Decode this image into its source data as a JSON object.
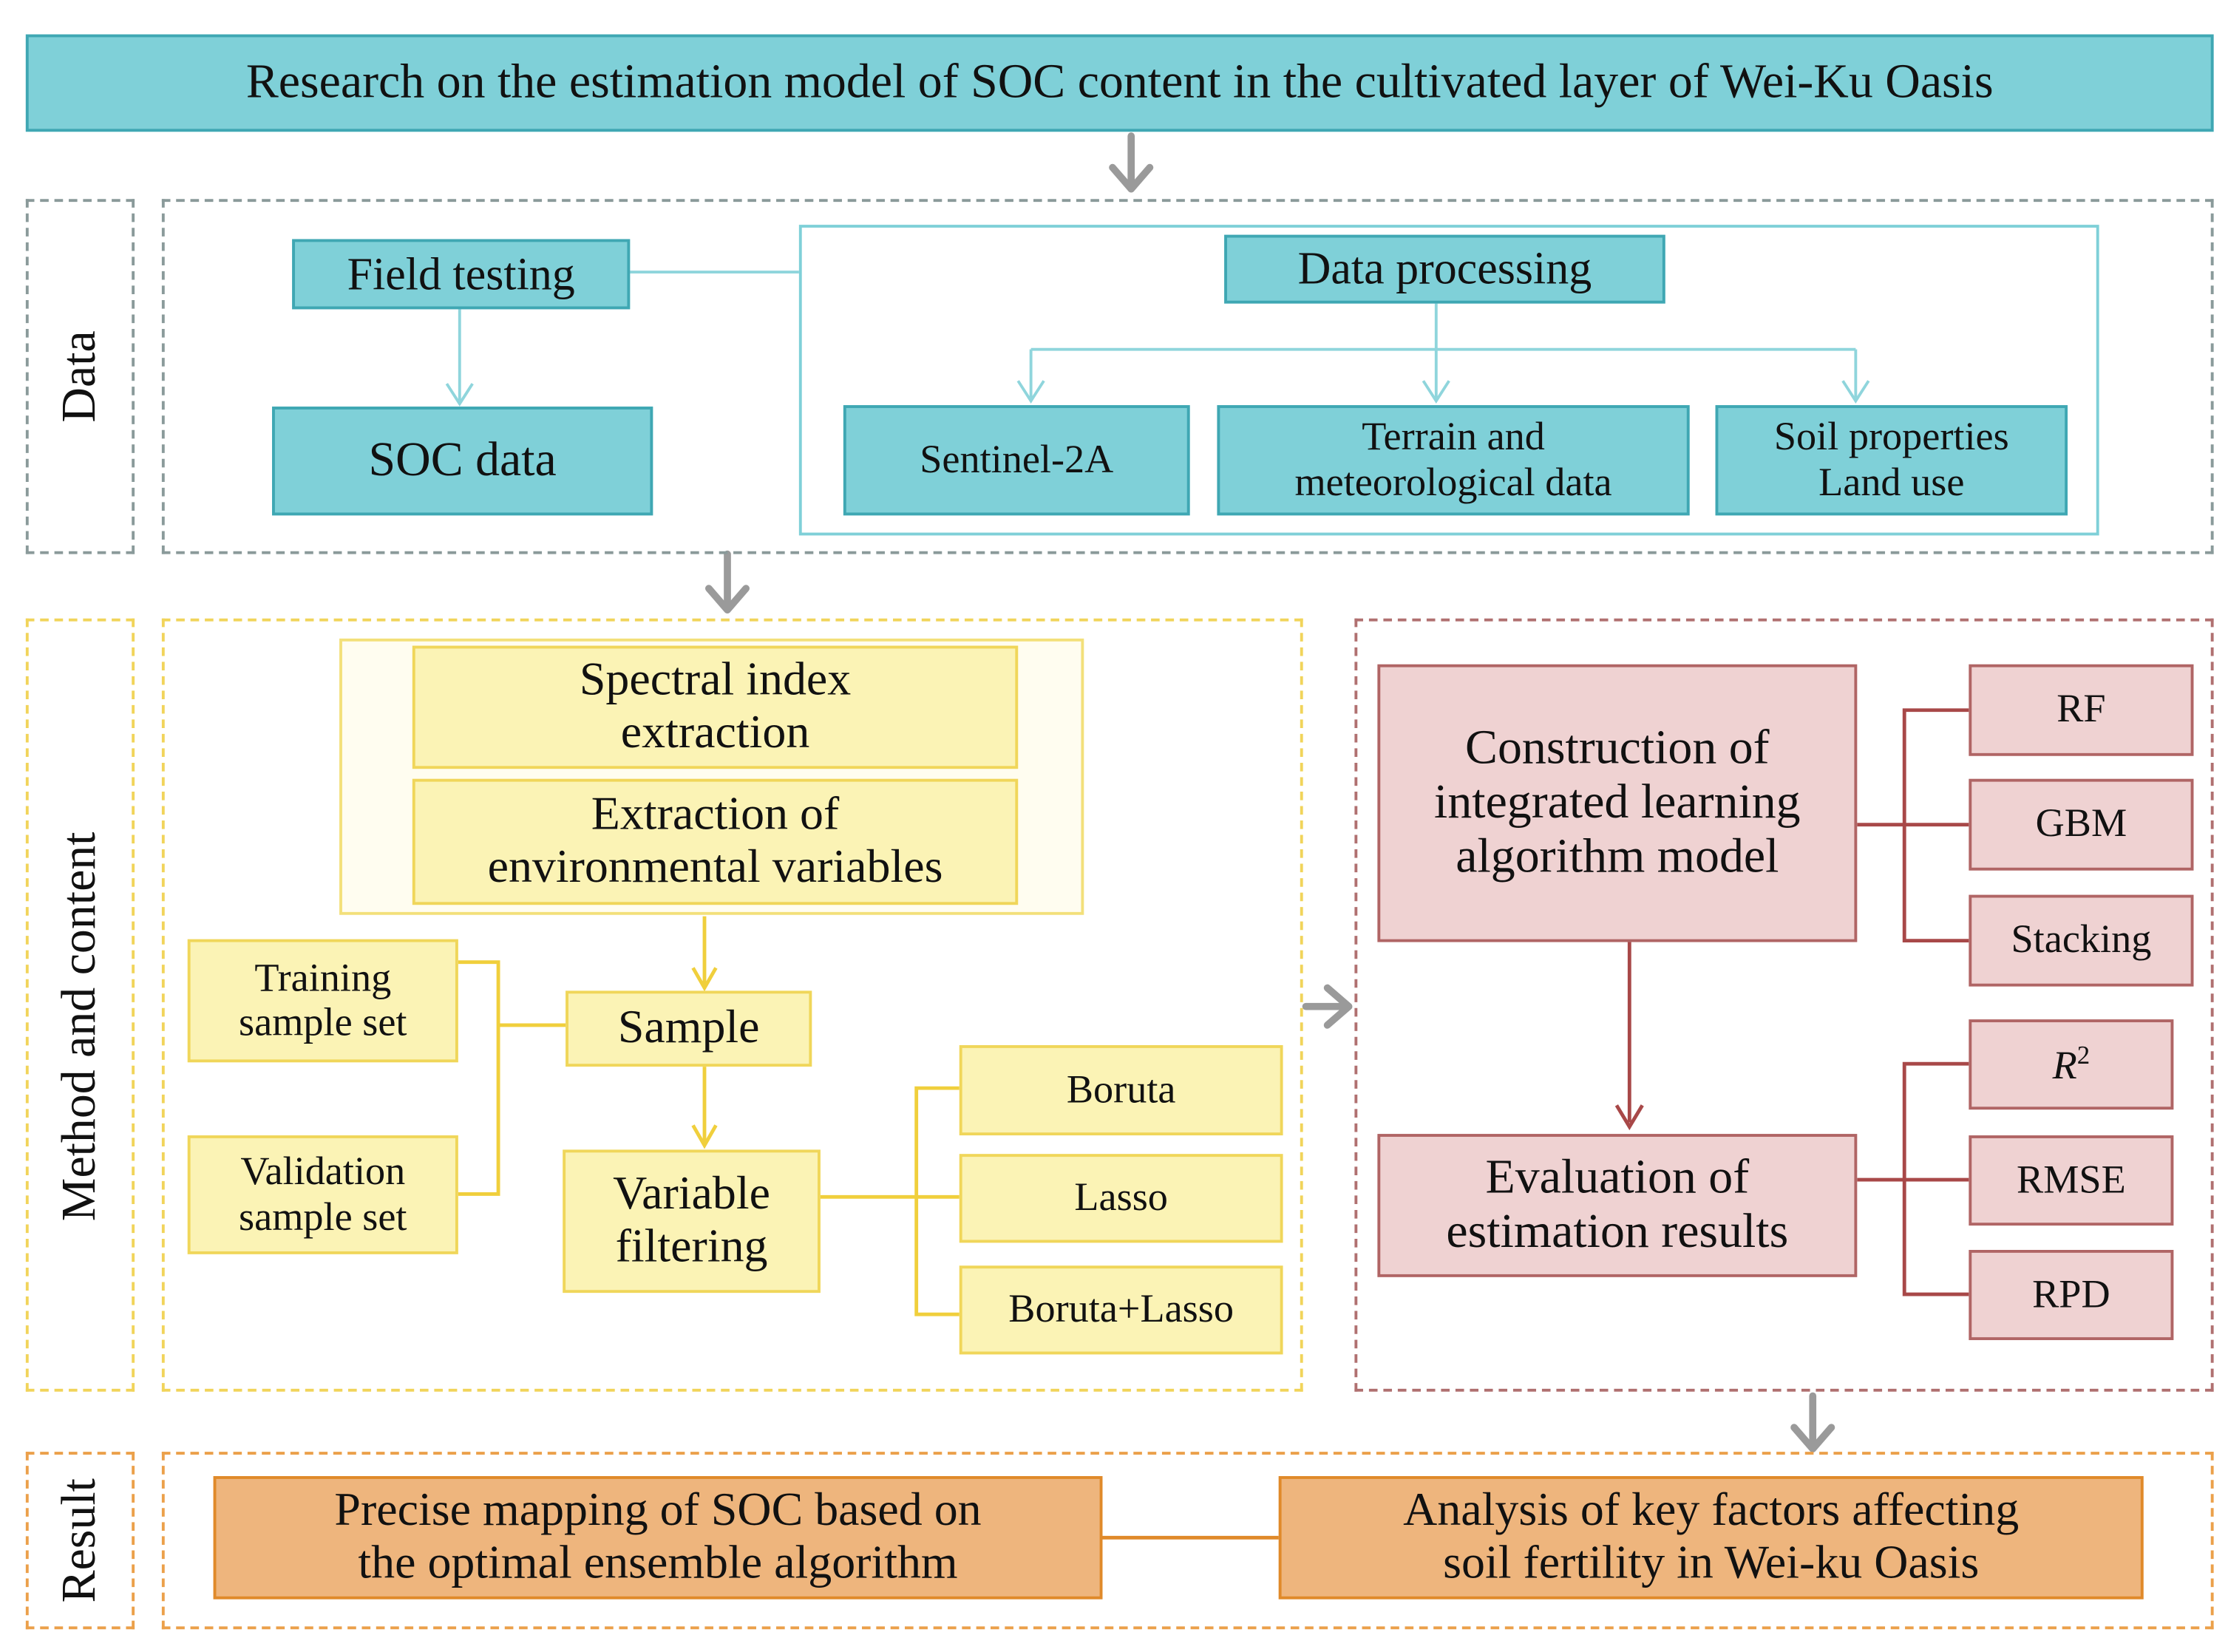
{
  "title": "Research on the estimation model of SOC content in the cultivated layer of Wei-Ku Oasis",
  "sections": {
    "data": "Data",
    "method": "Method and content",
    "result": "Result"
  },
  "data_section": {
    "field_testing": "Field testing",
    "soc_data": "SOC data",
    "data_processing": "Data processing",
    "sentinel": "Sentinel-2A",
    "terrain_line1": "Terrain and",
    "terrain_line2": "meteorological data",
    "soil_line1": "Soil properties",
    "soil_line2": "Land use"
  },
  "method_section": {
    "spectral_line1": "Spectral index",
    "spectral_line2": "extraction",
    "env_line1": "Extraction of",
    "env_line2": "environmental variables",
    "training_line1": "Training",
    "training_line2": "sample set",
    "validation_line1": "Validation",
    "validation_line2": "sample  set",
    "sample": "Sample",
    "filter_line1": "Variable",
    "filter_line2": "filtering",
    "boruta": "Boruta",
    "lasso": "Lasso",
    "boruta_lasso": "Boruta+Lasso",
    "construction_line1": "Construction of",
    "construction_line2": "integrated learning",
    "construction_line3": "algorithm model",
    "rf": "RF",
    "gbm": "GBM",
    "stacking": "Stacking",
    "evaluation_line1": "Evaluation of",
    "evaluation_line2": "estimation results",
    "r2_base": "R",
    "r2_sup": "2",
    "rmse": "RMSE",
    "rpd": "RPD"
  },
  "result_section": {
    "mapping_line1": "Precise mapping of SOC based on",
    "mapping_line2": "the optimal ensemble algorithm",
    "analysis_line1": "Analysis of key factors affecting",
    "analysis_line2": "soil fertility in Wei-ku Oasis"
  },
  "colors": {
    "teal": "#7fd0d8",
    "yellow": "#fbf3b5",
    "pink": "#efd2d2",
    "orange": "#eeb57d",
    "arrow_gray": "#9a9a9a"
  }
}
